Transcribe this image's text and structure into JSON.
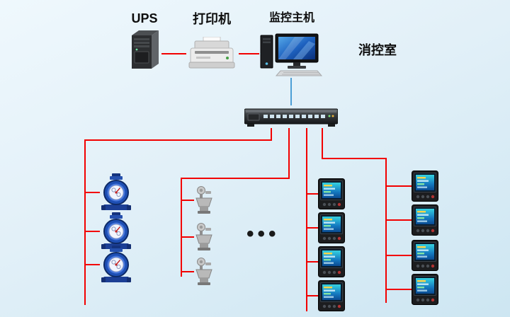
{
  "labels": {
    "ups": "UPS",
    "printer": "打印机",
    "monitoring_host": "监控主机",
    "control_room": "消控室",
    "ellipsis": "•••"
  },
  "colors": {
    "connection_red": "#f20000",
    "connection_blue": "#4d9fd6",
    "background_top": "#eff8fd",
    "background_bottom": "#cde6f2"
  },
  "devices": {
    "ups_tower": 1,
    "printer": 1,
    "monitoring_host": 1,
    "data_collector_switch": 1,
    "water_meters": 3,
    "valve_sensors": 3,
    "digital_meters_inner_column": 4,
    "digital_meters_outer_column": 4
  }
}
